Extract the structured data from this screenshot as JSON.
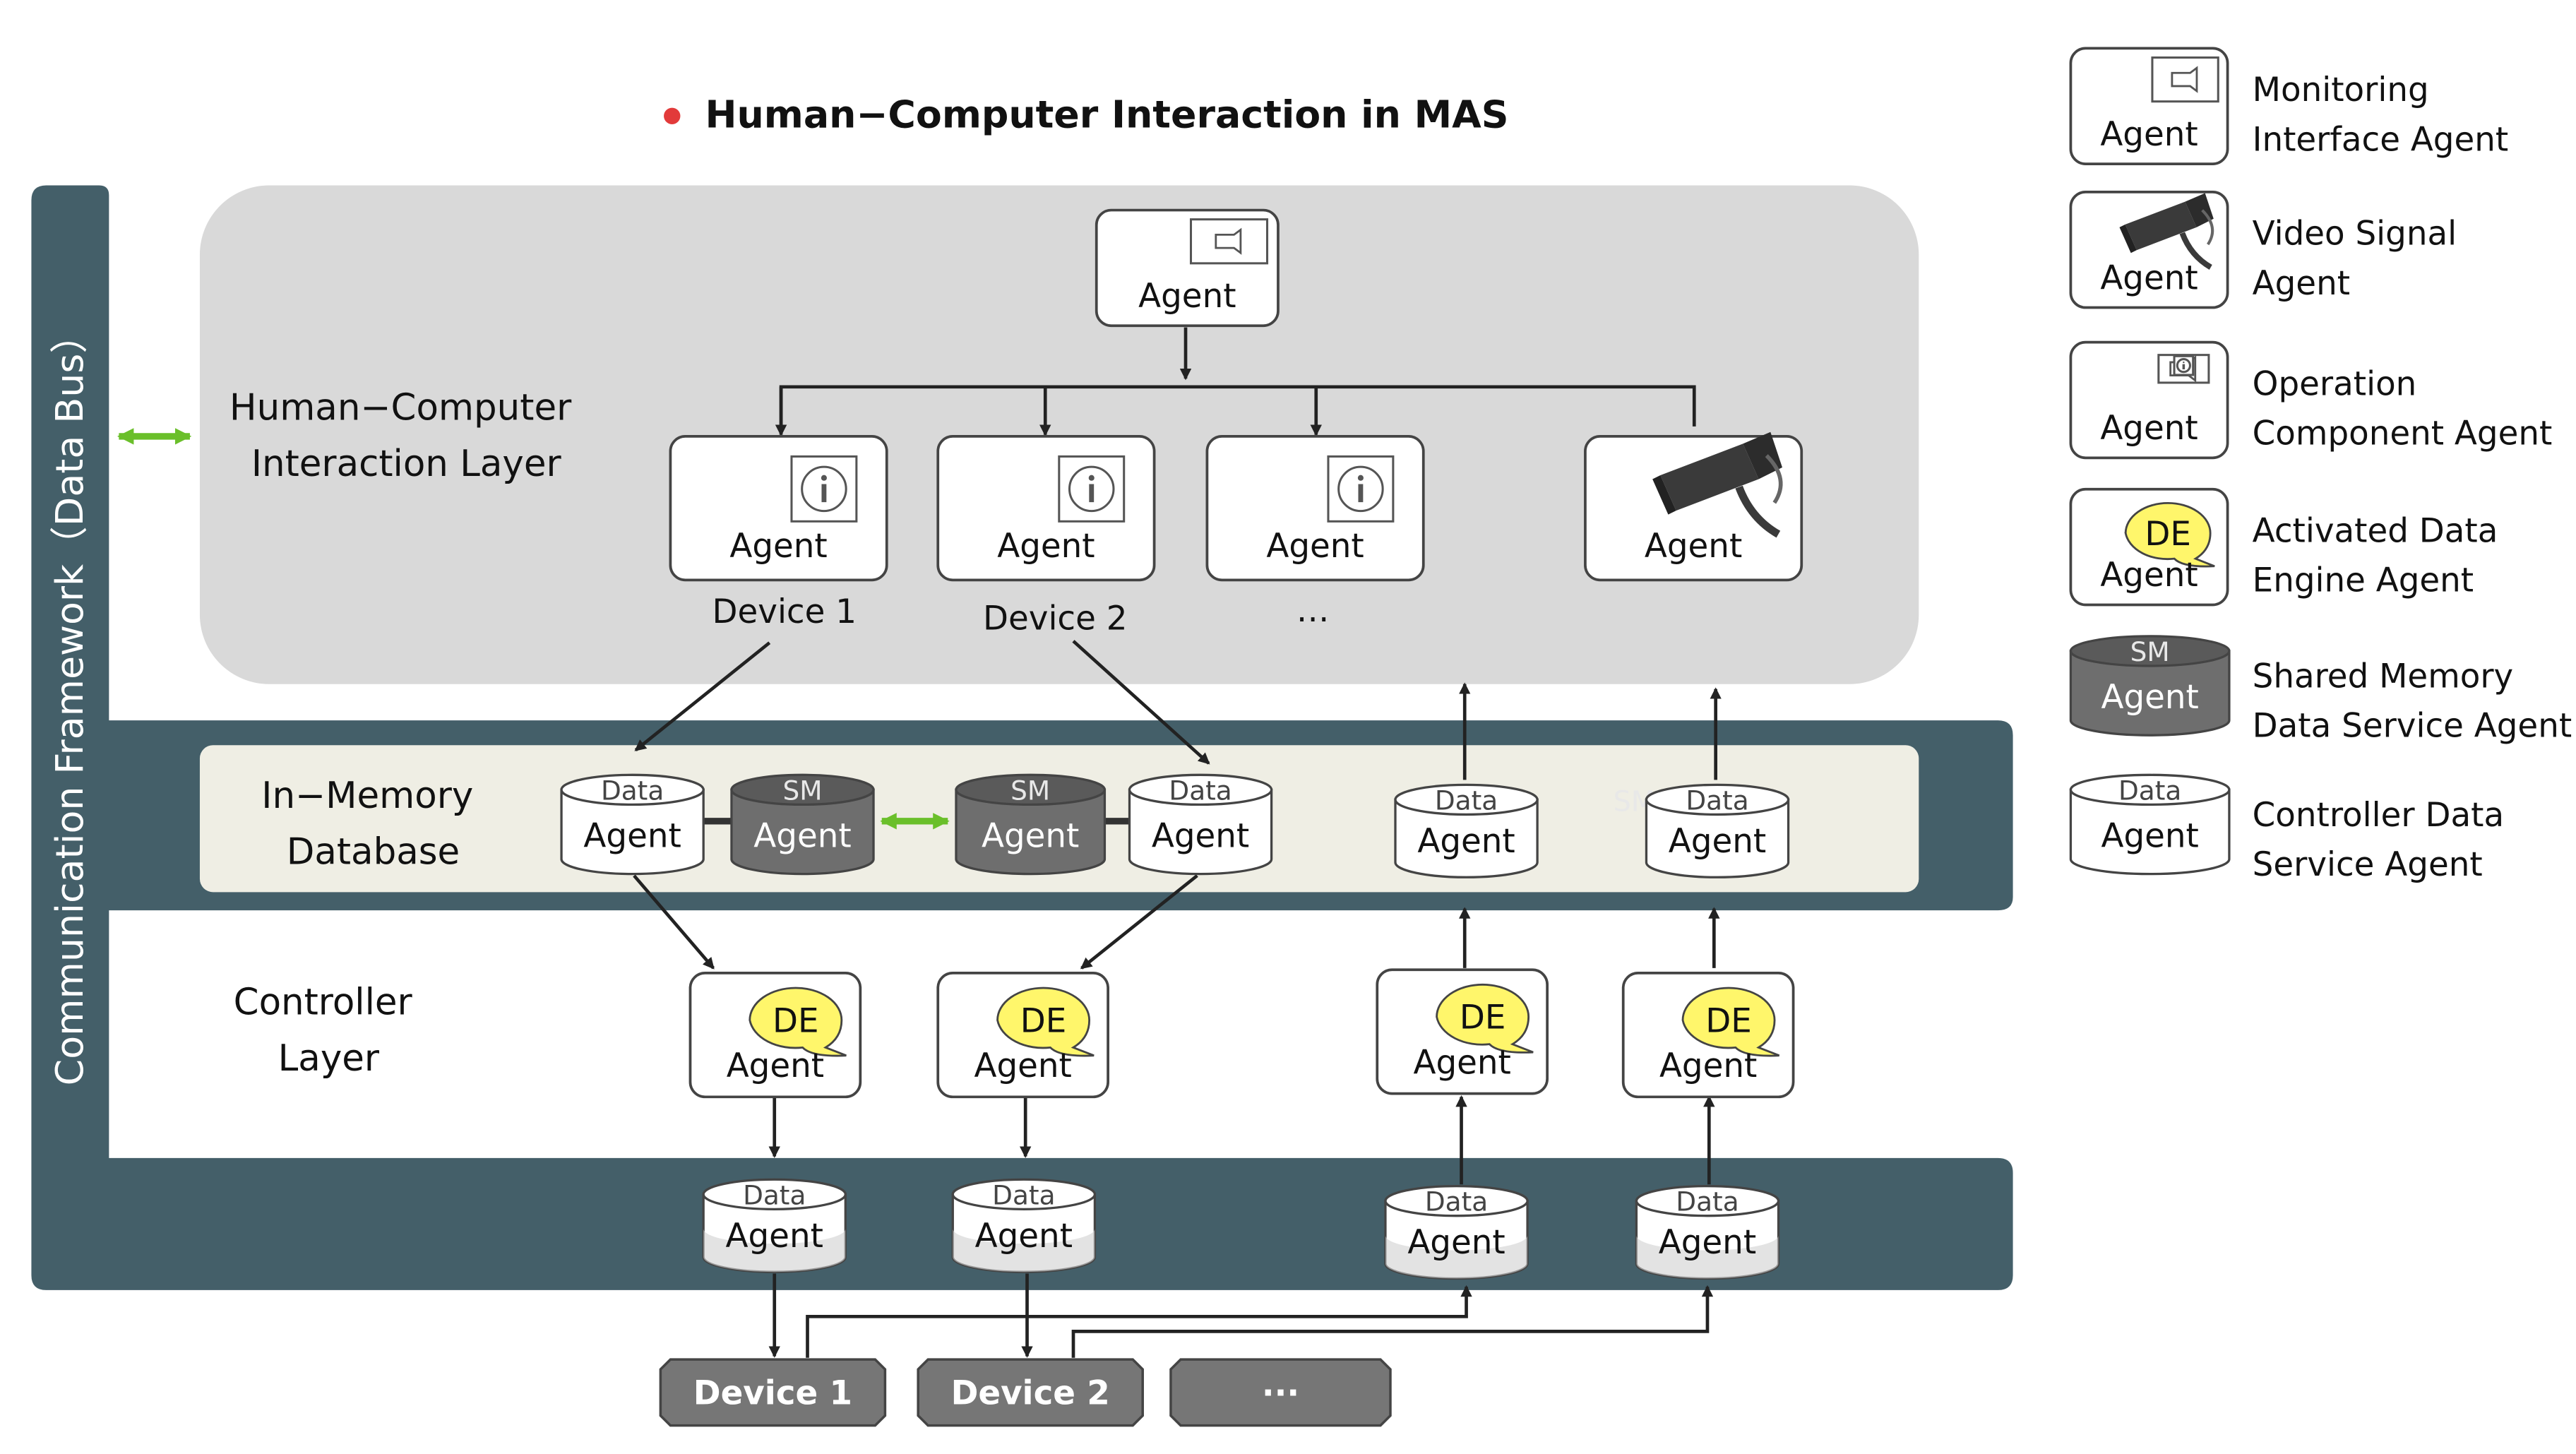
{
  "title": "Human−Computer Interaction in MAS",
  "bus_label": "Communication Framework（Data Bus）",
  "layers": {
    "hci": [
      "Human−Computer",
      "Interaction Layer"
    ],
    "imdb": [
      "In−Memory",
      "Database"
    ],
    "controller": [
      "Controller",
      "Layer"
    ]
  },
  "agent_label": "Agent",
  "data_label": "Data",
  "sm_label": "SM",
  "de_label": "DE",
  "device_labels": [
    "Device 1",
    "Device 2",
    "…"
  ],
  "physical_devices": [
    "Device 1",
    "Device 2",
    "···"
  ],
  "legend": [
    {
      "kind": "monitor",
      "line1": "Monitoring",
      "line2": "Interface Agent"
    },
    {
      "kind": "video",
      "line1": "Video Signal",
      "line2": "Agent"
    },
    {
      "kind": "operation",
      "line1": "Operation",
      "line2": "Component Agent"
    },
    {
      "kind": "de",
      "line1": "Activated Data",
      "line2": "Engine Agent"
    },
    {
      "kind": "sm",
      "line1": "Shared Memory",
      "line2": "Data Service Agent"
    },
    {
      "kind": "data",
      "line1": "Controller Data",
      "line2": "Service Agent"
    }
  ],
  "colors": {
    "bus": "#445f69",
    "hci_panel": "#d9d9d9",
    "imdb_panel": "#efeee4",
    "sm_fill": "#6e6e6e",
    "de_fill": "#fff66b",
    "device_fill": "#767676",
    "arrow": "#222222",
    "bidir": "#6abf2a",
    "bullet": "#e23a3a"
  }
}
